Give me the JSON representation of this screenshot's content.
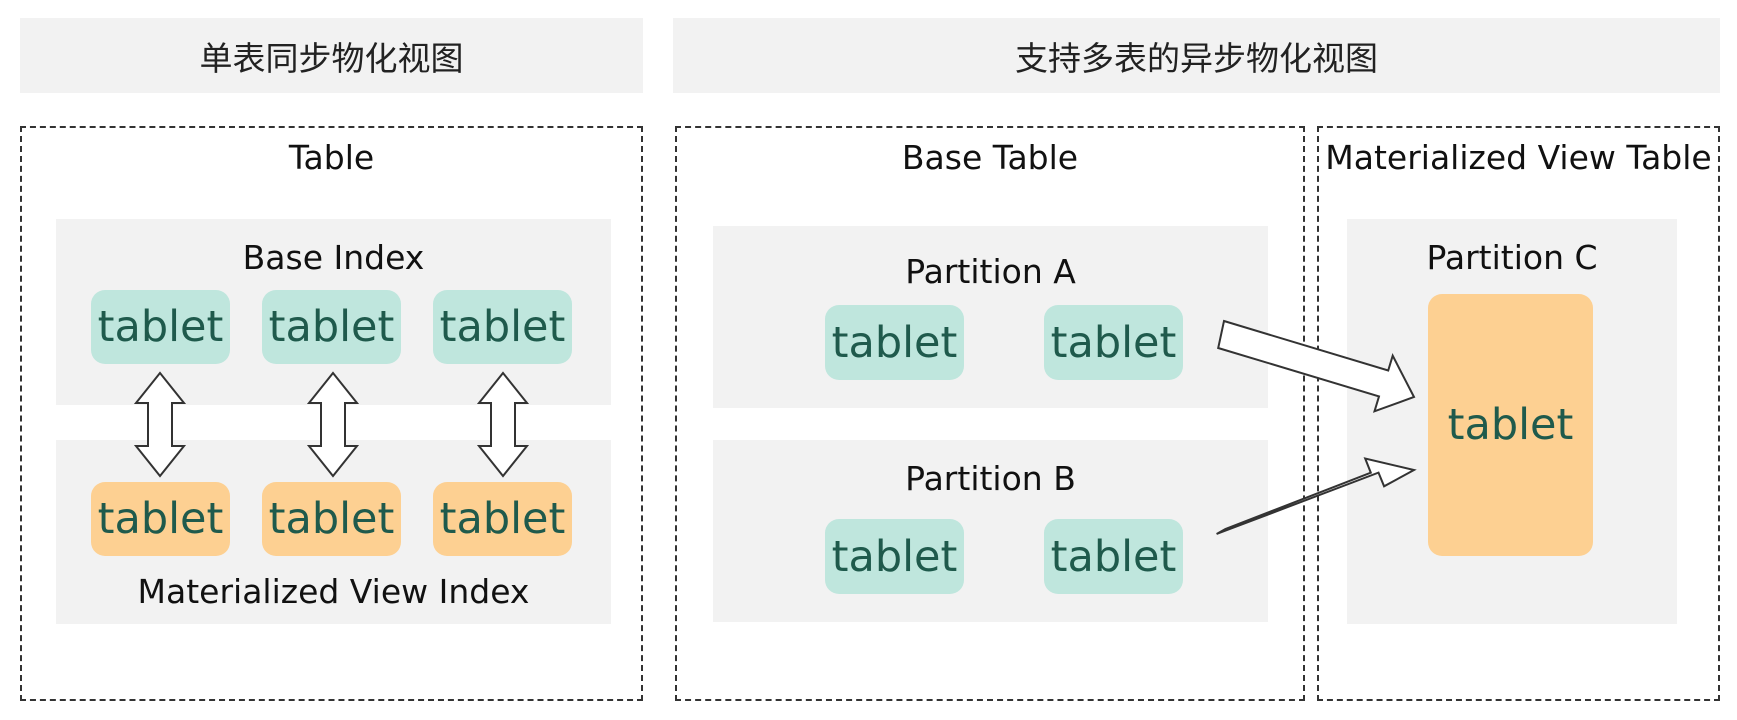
{
  "headers": {
    "left": "单表同步物化视图",
    "right": "支持多表的异步物化视图"
  },
  "left": {
    "table_label": "Table",
    "base_index_label": "Base Index",
    "mv_index_label": "Materialized View Index",
    "base_tablets": [
      "tablet",
      "tablet",
      "tablet"
    ],
    "mv_tablets": [
      "tablet",
      "tablet",
      "tablet"
    ]
  },
  "right": {
    "base_table_label": "Base Table",
    "mv_table_label": "Materialized View Table",
    "partition_a": {
      "label": "Partition A",
      "tablets": [
        "tablet",
        "tablet"
      ]
    },
    "partition_b": {
      "label": "Partition B",
      "tablets": [
        "tablet",
        "tablet"
      ]
    },
    "partition_c": {
      "label": "Partition C",
      "tablet": "tablet"
    }
  },
  "colors": {
    "header_bg": "#f2f2f2",
    "panel_bg": "#f2f2f2",
    "tablet_green": "#bfe6dd",
    "tablet_orange": "#fdd092",
    "tablet_text": "#1f5a4c",
    "dashed_border": "#333333"
  }
}
